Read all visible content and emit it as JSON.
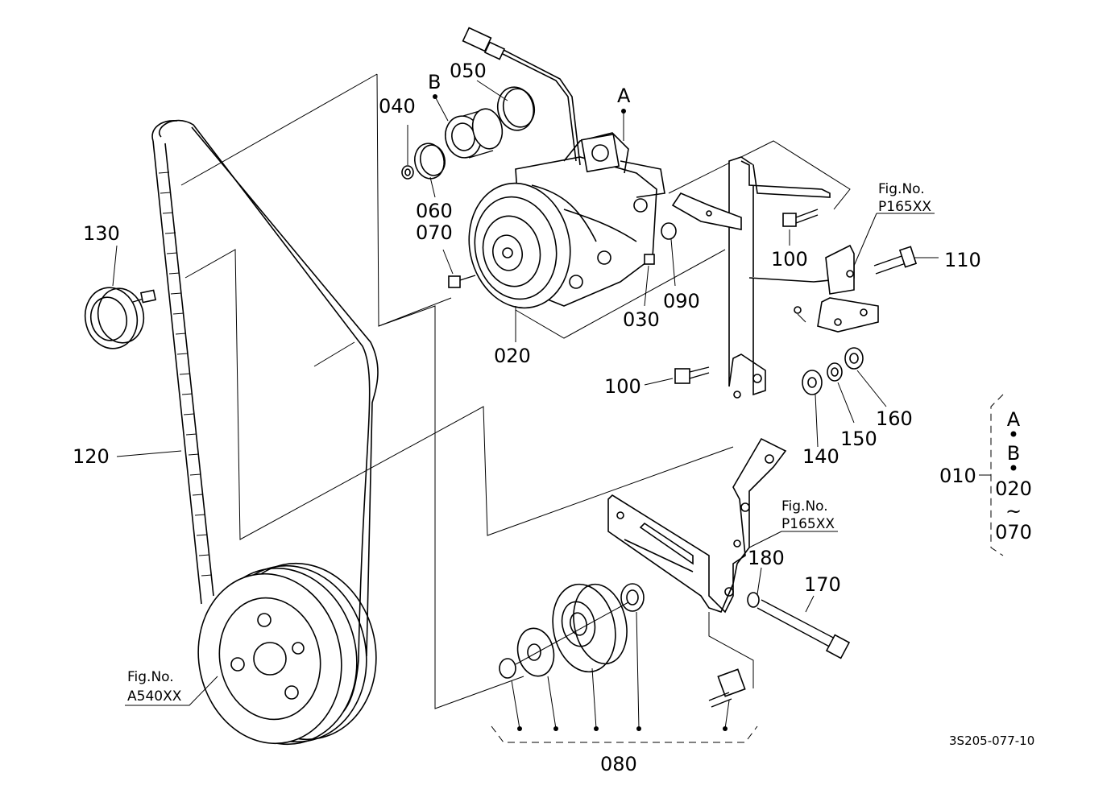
{
  "callouts": {
    "p010": "010",
    "p020": "020",
    "p030": "030",
    "p040": "040",
    "p050": "050",
    "p060": "060",
    "p070": "070",
    "p080": "080",
    "p090": "090",
    "p100a": "100",
    "p100b": "100",
    "p110": "110",
    "p120": "120",
    "p130": "130",
    "p140": "140",
    "p150": "150",
    "p160": "160",
    "p170": "170",
    "p180": "180"
  },
  "markers": {
    "a": "A",
    "b": "B"
  },
  "legend": {
    "a": "A",
    "sep1": "•",
    "b": "B",
    "sep2": "•",
    "from": "020",
    "tilde": "~",
    "to": "070"
  },
  "references": {
    "ref1_line1": "Fig.No.",
    "ref1_line2": "P165XX",
    "ref2_line1": "Fig.No.",
    "ref2_line2": "P165XX",
    "ref3_line1": "Fig.No.",
    "ref3_line2": "A540XX"
  },
  "drawing_code": "3S205-077-10"
}
